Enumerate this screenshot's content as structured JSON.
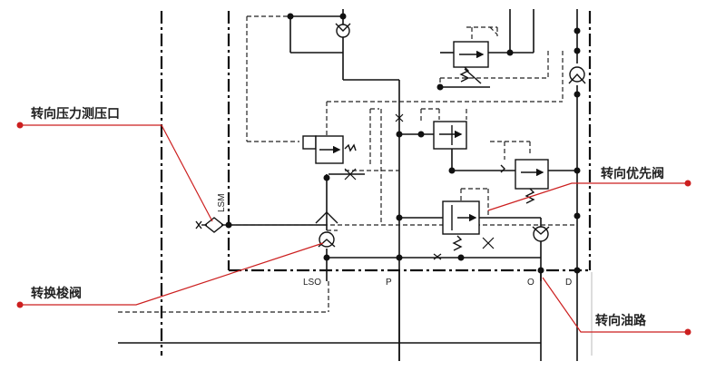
{
  "diagram": {
    "ports": {
      "lsm": "LSM",
      "lso": "LSO",
      "p": "P",
      "o": "O",
      "d": "D"
    },
    "callouts": [
      {
        "id": "steering-pressure-test-port",
        "label": "转向压力测压口"
      },
      {
        "id": "steering-priority-valve",
        "label": "转向优先阀"
      },
      {
        "id": "steering-shuttle-valve",
        "label": "转换梭阀"
      },
      {
        "id": "steering-oil-line",
        "label": "转向油路"
      }
    ],
    "colors": {
      "line": "#111111",
      "callout": "#cc1f1f",
      "text": "#222222"
    }
  }
}
